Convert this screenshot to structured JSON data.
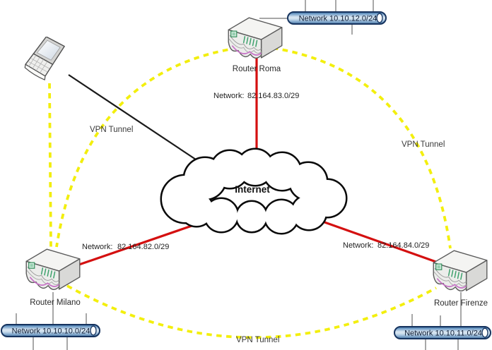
{
  "nodes": {
    "router_roma": {
      "label": "Router Roma"
    },
    "router_milano": {
      "label": "Router Milano"
    },
    "router_firenze": {
      "label": "Router Firenze"
    },
    "internet_cloud": {
      "label": "Internet"
    }
  },
  "lan_segments": {
    "roma": {
      "label": "Network 10.10.12.0/24"
    },
    "milano": {
      "label": "Network 10.10.10.0/24"
    },
    "firenze": {
      "label": "Network 10.10.11.0/24"
    }
  },
  "wan_links": {
    "roma": {
      "label": "Network:",
      "value": "82.164.83.0/29"
    },
    "milano": {
      "label": "Network:",
      "value": "82.164.82.0/29"
    },
    "firenze": {
      "label": "Network:",
      "value": "82.164.84.0/29"
    }
  },
  "vpn_tunnels": {
    "laptop_label": "VPN Tunnel",
    "right_label": "VPN Tunnel",
    "bottom_label": "VPN Tunnel"
  },
  "colors": {
    "vpn_yellow": "#f2ee00",
    "wan_red": "#d41010",
    "access_black": "#1a1a1a",
    "tick_gray": "#8a8a8a",
    "lan_border": "#16335e"
  }
}
